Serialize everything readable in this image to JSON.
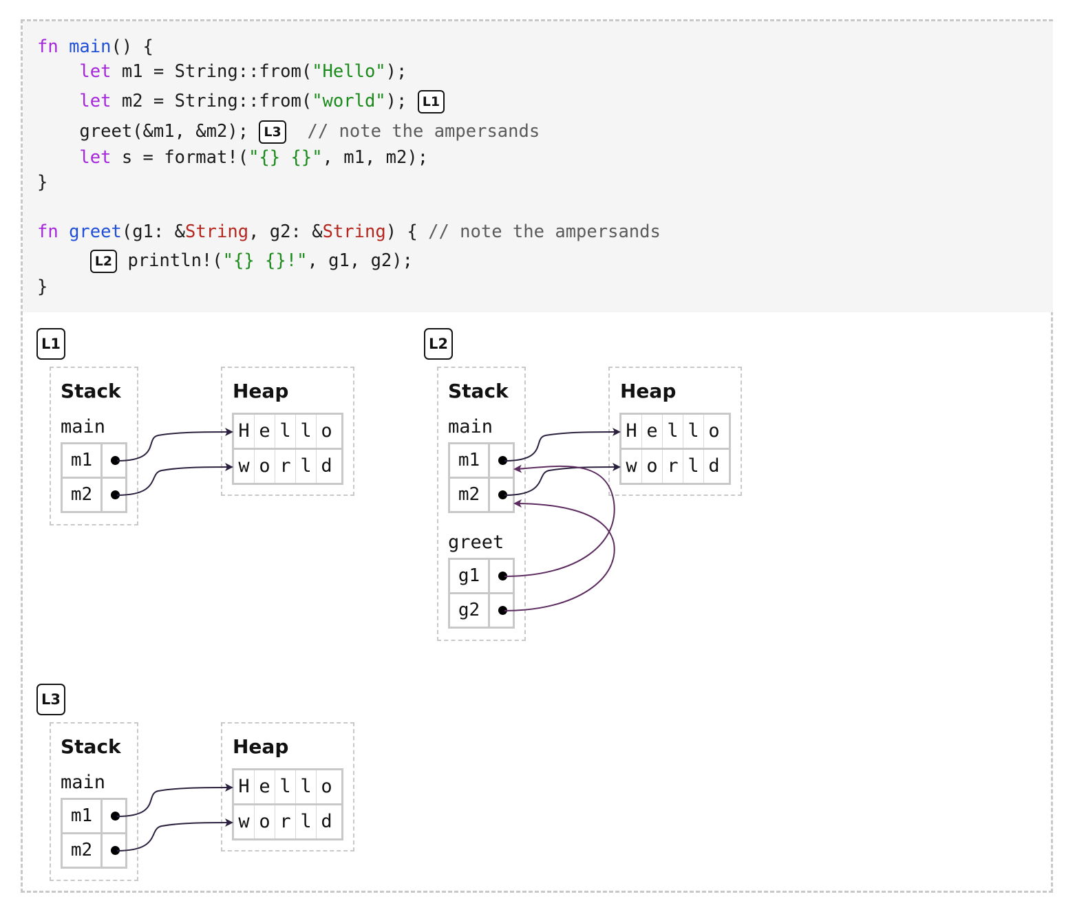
{
  "code": {
    "line1": {
      "kw": "fn",
      "name": "main",
      "rest": "() {"
    },
    "line2": {
      "kw": "let",
      "a": " m1 = String::from(",
      "str": "\"Hello\"",
      "b": ");"
    },
    "line3": {
      "kw": "let",
      "a": " m2 = String::from(",
      "str": "\"world\"",
      "b": ");",
      "badge": "L1"
    },
    "line4": {
      "a": "greet(&m1, &m2);",
      "badge": "L3",
      "comment": "// note the ampersands"
    },
    "line5": {
      "kw": "let",
      "a": " s = format!(",
      "str": "\"{} {}\"",
      "b": ", m1, m2);"
    },
    "line6": "}",
    "line8": {
      "kw": "fn",
      "name": "greet",
      "a": "(g1: &",
      "ty1": "String",
      "b": ", g2: &",
      "ty2": "String",
      "c": ") { ",
      "comment": "// note the ampersands"
    },
    "line9": {
      "badge": "L2",
      "a": "println!(",
      "str": "\"{} {}!\"",
      "b": ", g1, g2);"
    },
    "line10": "}"
  },
  "diagrams": {
    "stack_title": "Stack",
    "heap_title": "Heap",
    "L1": {
      "label": "L1",
      "frames": [
        {
          "name": "main",
          "vars": [
            "m1",
            "m2"
          ]
        }
      ],
      "heap": [
        [
          "H",
          "e",
          "l",
          "l",
          "o"
        ],
        [
          "w",
          "o",
          "r",
          "l",
          "d"
        ]
      ]
    },
    "L2": {
      "label": "L2",
      "frames": [
        {
          "name": "main",
          "vars": [
            "m1",
            "m2"
          ]
        },
        {
          "name": "greet",
          "vars": [
            "g1",
            "g2"
          ]
        }
      ],
      "heap": [
        [
          "H",
          "e",
          "l",
          "l",
          "o"
        ],
        [
          "w",
          "o",
          "r",
          "l",
          "d"
        ]
      ]
    },
    "L3": {
      "label": "L3",
      "frames": [
        {
          "name": "main",
          "vars": [
            "m1",
            "m2"
          ]
        }
      ],
      "heap": [
        [
          "H",
          "e",
          "l",
          "l",
          "o"
        ],
        [
          "w",
          "o",
          "r",
          "l",
          "d"
        ]
      ]
    }
  },
  "colors": {
    "keyword": "#a626dc",
    "function_name": "#1f4fd6",
    "string": "#1a8a1a",
    "type": "#b5261e",
    "comment": "#5a5a5a",
    "pointer_arrow": "#2a1f3d",
    "reference_arrow": "#5b2a5e"
  }
}
